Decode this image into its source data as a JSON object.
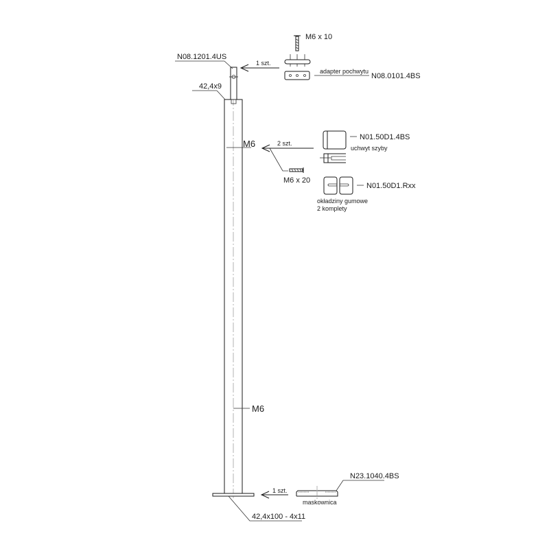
{
  "drawing": {
    "top_assembly": {
      "screw_label": "M6 x 10",
      "qty_label": "1 szt.",
      "adapter_name": "adapter pochwytu",
      "adapter_code": "N08.0101.4BS",
      "pin_code": "N08.1201.4US",
      "pin_dimension": "42,4x9"
    },
    "glass_clamp": {
      "thread_label": "M6",
      "qty_label": "2 szt.",
      "screw_label": "M6 x 20",
      "clamp_code": "N01.50D1.4BS",
      "clamp_name": "uchwyt szyby",
      "rubber_code": "N01.50D1.Rxx",
      "rubber_name_line1": "okładziny gumowe",
      "rubber_name_line2": "2 komplety"
    },
    "middle": {
      "thread_label": "M6"
    },
    "base": {
      "qty_label": "1 szt.",
      "cover_code": "N23.1040.4BS",
      "cover_name": "maskownica",
      "plate_dimension": "42,4x100 - 4x11"
    }
  }
}
